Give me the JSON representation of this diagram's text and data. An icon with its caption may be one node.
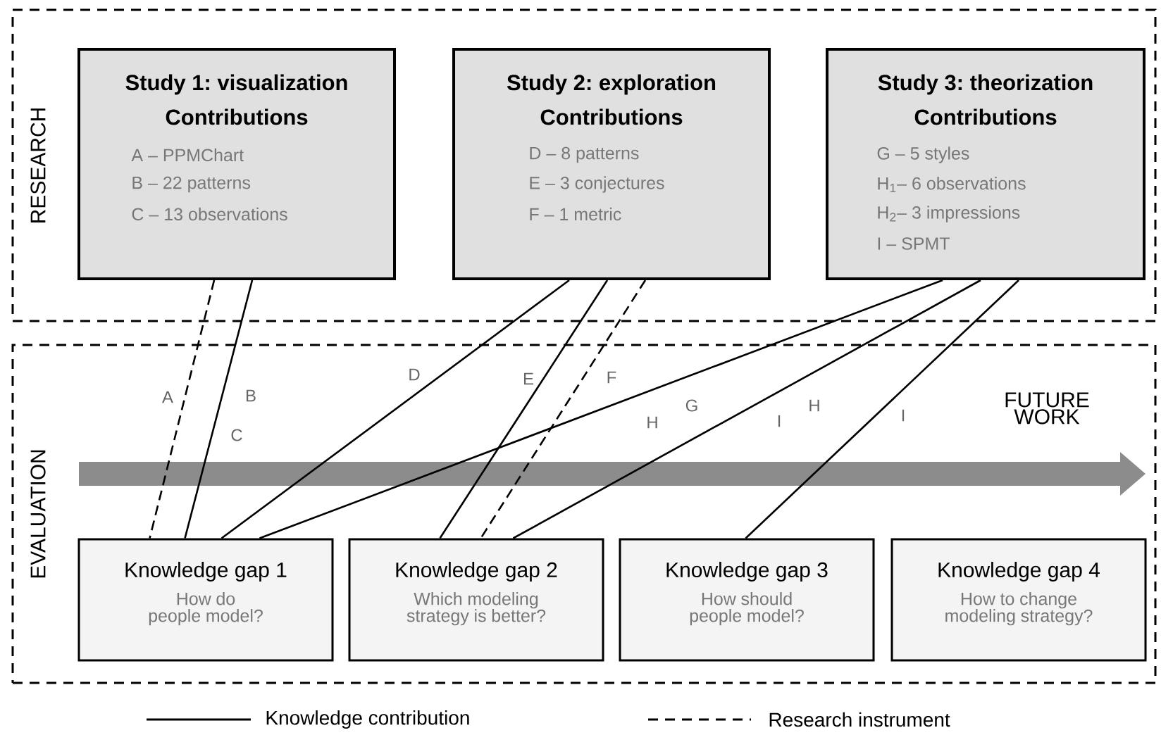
{
  "diagram": {
    "nodes": [
      {
        "text": [
          "RESEARCH"
        ]
      },
      {
        "text": [
          "EVALUATION"
        ]
      },
      {
        "text": [
          "Study 1: visualization",
          "Contributions",
          "A – PPMChart",
          "B – 22 patterns",
          "C – 13 observations"
        ],
        "in": 0
      },
      {
        "text": [
          "Study 2: exploration",
          "Contributions",
          "D – 8 patterns",
          "E – 3 conjectures",
          "F – 1 metric"
        ],
        "in": 0
      },
      {
        "text": [
          "Study 3: theorization",
          "Contributions",
          "G – 5 styles",
          "H$_{1}$– 6 observations",
          "H$_{2}$– 3 impressions",
          "I – SPMT"
        ],
        "in": 0
      },
      {
        "text": [
          "Knowledge gap 1",
          "How do people model?"
        ],
        "in": 1
      },
      {
        "text": [
          "Knowledge gap 2",
          "Which modeling strategy is better?"
        ],
        "in": 1
      },
      {
        "text": [
          "Knowledge gap 3",
          "How should people model?"
        ],
        "in": 1
      },
      {
        "text": [
          "Knowledge gap 4",
          "How to change modeling strategy?"
        ],
        "in": 1
      },
      {
        "text": [
          "FUTURE WORK"
        ],
        "in": 1
      }
    ],
    "edges": [
      {
        "from": 2,
        "to": 5,
        "arrow": "none",
        "label": "A",
        "style": "dashed"
      },
      {
        "from": 2,
        "to": 5,
        "arrow": "none",
        "label": "B"
      },
      {
        "from": 3,
        "to": 5,
        "arrow": "none",
        "label": "D"
      },
      {
        "from": 3,
        "to": 6,
        "arrow": "none",
        "label": "E"
      },
      {
        "from": 3,
        "to": 6,
        "arrow": "none",
        "label": "F",
        "style": "dashed"
      },
      {
        "from": 4,
        "to": 5,
        "arrow": "none",
        "label": "H"
      },
      {
        "from": 4,
        "to": 6,
        "arrow": "none",
        "label": "I"
      },
      {
        "from": 4,
        "to": 7,
        "arrow": "none",
        "label": "I"
      }
    ],
    "labels": [
      "C",
      "G",
      "H"
    ],
    "legend": [
      {
        "text": "Knowledge contribution"
      },
      {
        "text": "Research instrument"
      }
    ]
  }
}
